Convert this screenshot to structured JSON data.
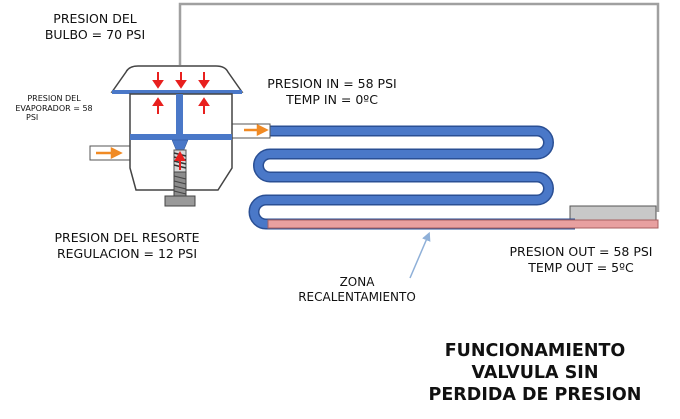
{
  "labels": {
    "bulb_pressure": [
      "PRESION DEL",
      "BULBO = 70 PSI"
    ],
    "evaporator_pressure": [
      "PRESION DEL",
      "EVAPORADOR = 58",
      "PSI"
    ],
    "inlet": [
      "PRESION IN = 58 PSI",
      "TEMP IN = 0ºC"
    ],
    "spring_pressure": [
      "PRESION DEL RESORTE",
      "REGULACION = 12 PSI"
    ],
    "outlet": [
      "PRESION OUT = 58 PSI",
      "TEMP OUT = 5ºC"
    ],
    "superheat_zone": [
      "ZONA",
      "RECALENTAMIENTO"
    ]
  },
  "title": [
    "FUNCIONAMIENTO",
    "VALVULA SIN",
    "PERDIDA DE PRESION"
  ],
  "colors": {
    "tube": "#4a78c8",
    "tube_edge": "#2a4f94",
    "valve_body": "#8c8c8c",
    "arrow_red": "#e8201e",
    "arrow_orange": "#f08a24",
    "superheat_strip": "#e8a0a0",
    "bulb": "#c8c8c8",
    "capillary": "#a0a0a0"
  }
}
